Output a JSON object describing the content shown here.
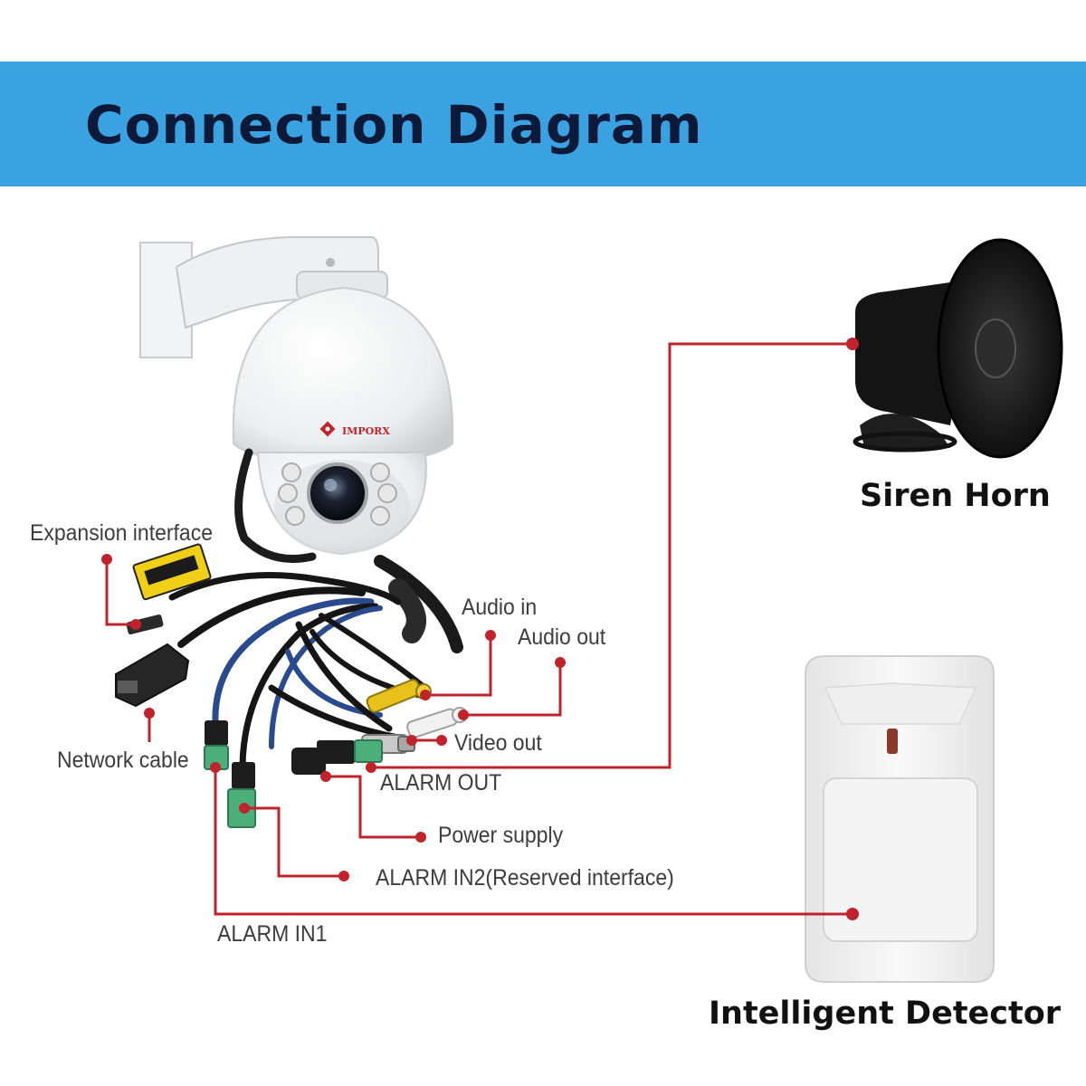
{
  "header": {
    "title": "Connection Diagram"
  },
  "camera": {
    "brand": "IMPORX"
  },
  "devices": {
    "siren": "Siren Horn",
    "detector": "Intelligent Detector"
  },
  "labels": {
    "expansion": "Expansion interface",
    "audio_in": "Audio in",
    "audio_out": "Audio out",
    "video_out": "Video out",
    "alarm_out": "ALARM OUT",
    "network": "Network cable",
    "power": "Power supply",
    "alarm_in2": "ALARM IN2(Reserved interface)",
    "alarm_in1": "ALARM IN1"
  },
  "colors": {
    "banner": "#3ba2e1",
    "leader": "#c0232b",
    "title_text": "#0c1a3a"
  }
}
